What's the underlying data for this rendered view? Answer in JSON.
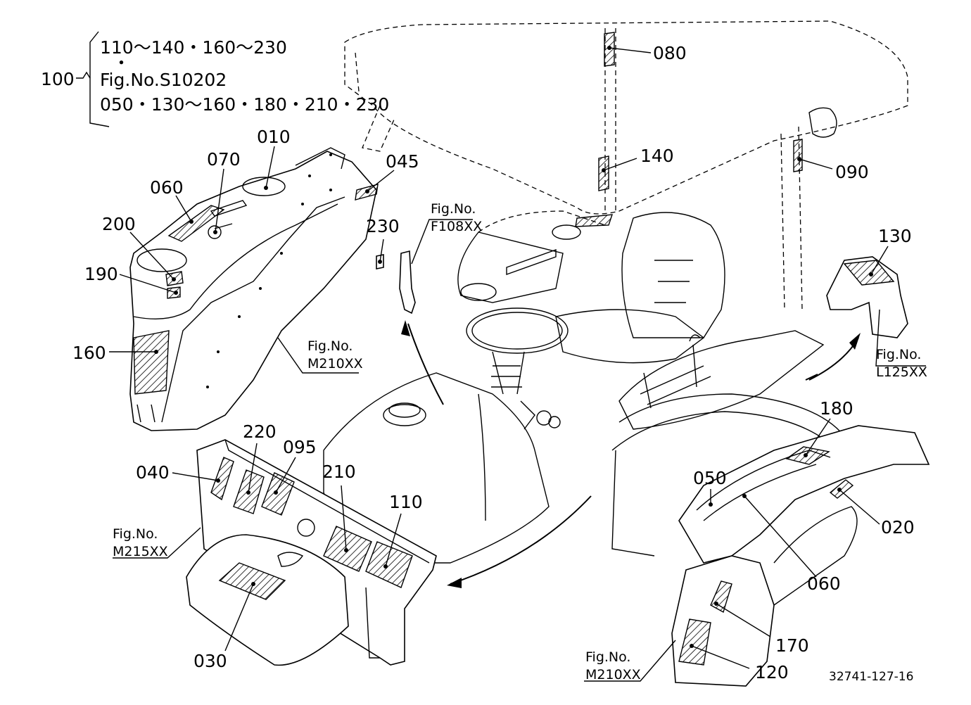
{
  "figure_code": "32741-127-16",
  "group_100": {
    "id": "100",
    "line1": "110～140・160～230",
    "line2": "Fig.No.S10202",
    "line3": "050・130～160・180・210・230"
  },
  "parts": [
    {
      "id": "p010",
      "label": "010"
    },
    {
      "id": "p020",
      "label": "020"
    },
    {
      "id": "p030",
      "label": "030"
    },
    {
      "id": "p040",
      "label": "040"
    },
    {
      "id": "p045",
      "label": "045"
    },
    {
      "id": "p050",
      "label": "050"
    },
    {
      "id": "p060",
      "label": "060"
    },
    {
      "id": "p070",
      "label": "070"
    },
    {
      "id": "p080",
      "label": "080"
    },
    {
      "id": "p090a",
      "label": "090"
    },
    {
      "id": "p090b",
      "label": "090"
    },
    {
      "id": "p095",
      "label": "095"
    },
    {
      "id": "p110",
      "label": "110"
    },
    {
      "id": "p120",
      "label": "120"
    },
    {
      "id": "p130",
      "label": "130"
    },
    {
      "id": "p140",
      "label": "140"
    },
    {
      "id": "p160",
      "label": "160"
    },
    {
      "id": "p170",
      "label": "170"
    },
    {
      "id": "p180",
      "label": "180"
    },
    {
      "id": "p190",
      "label": "190"
    },
    {
      "id": "p200",
      "label": "200"
    },
    {
      "id": "p210",
      "label": "210"
    },
    {
      "id": "p220",
      "label": "220"
    },
    {
      "id": "p230",
      "label": "230"
    }
  ],
  "figure_refs": [
    {
      "id": "ref_f108",
      "prefix": "Fig.No.",
      "code": "F108XX"
    },
    {
      "id": "ref_m210_top",
      "prefix": "Fig.No.",
      "code": "M210XX"
    },
    {
      "id": "ref_l125",
      "prefix": "Fig.No.",
      "code": "L125XX"
    },
    {
      "id": "ref_m215",
      "prefix": "Fig.No.",
      "code": "M215XX"
    },
    {
      "id": "ref_m210_bottom",
      "prefix": "Fig.No.",
      "code": "M210XX"
    }
  ]
}
